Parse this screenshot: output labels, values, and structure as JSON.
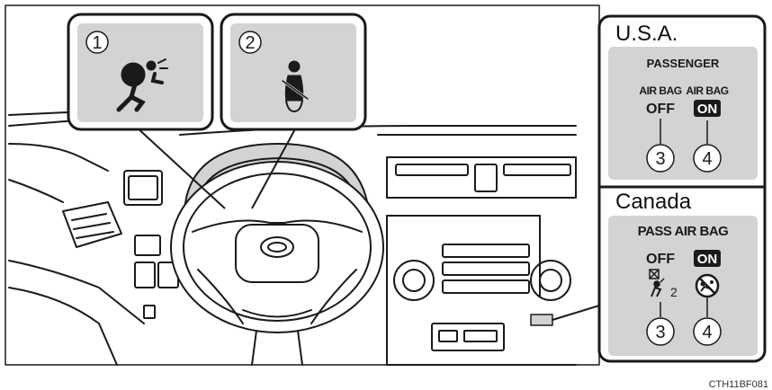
{
  "callouts": [
    {
      "number": "1",
      "icon": "airbag-warning-icon"
    },
    {
      "number": "2",
      "icon": "seatbelt-reminder-icon"
    }
  ],
  "usa": {
    "region": "U.S.A.",
    "panel_title": "PASSENGER",
    "off_top": "AIR BAG",
    "off_bottom": "OFF",
    "on_top": "AIR BAG",
    "on_bottom": "ON",
    "num_off": "3",
    "num_on": "4"
  },
  "canada": {
    "region": "Canada",
    "panel_title": "PASS AIR BAG",
    "off_label": "OFF",
    "on_label": "ON",
    "off_icon": "occupant-airbag-off-icon",
    "off_icon_sub": "2",
    "on_icon": "occupant-airbag-on-icon",
    "num_off": "3",
    "num_on": "4"
  },
  "figure_code": "CTH11BF081",
  "colors": {
    "panel_gray": "#d3d3d3",
    "line": "#1a1a1a"
  }
}
